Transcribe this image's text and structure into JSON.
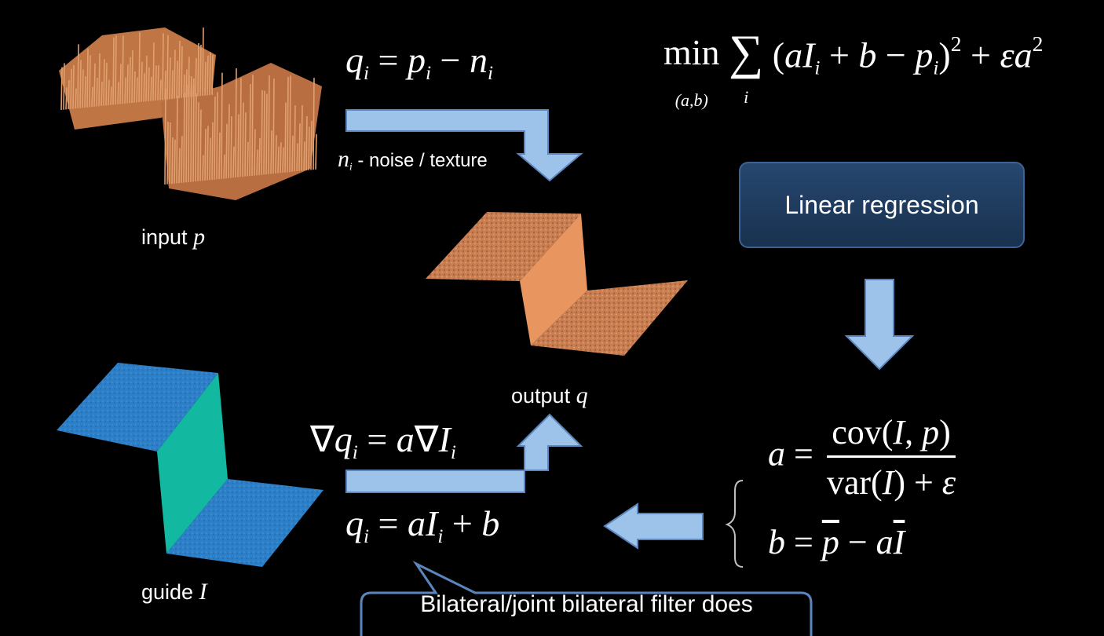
{
  "labels": {
    "input_text": "input",
    "input_var": "p",
    "output_text": "output",
    "output_var": "q",
    "guide_text": "guide",
    "guide_var": "I",
    "noise_var": "n",
    "noise_sub": "i",
    "noise_desc": "- noise / texture"
  },
  "regression_box": "Linear regression",
  "callout": "Bilateral/joint bilateral filter does",
  "colors": {
    "arrow_fill": "#9ec3ea",
    "arrow_stroke": "#5b86bd",
    "surface_orange": "#d8895a",
    "surface_blue": "#2d7fc8",
    "surface_teal": "#12b8a0",
    "box_fill": "#1f3c60"
  }
}
